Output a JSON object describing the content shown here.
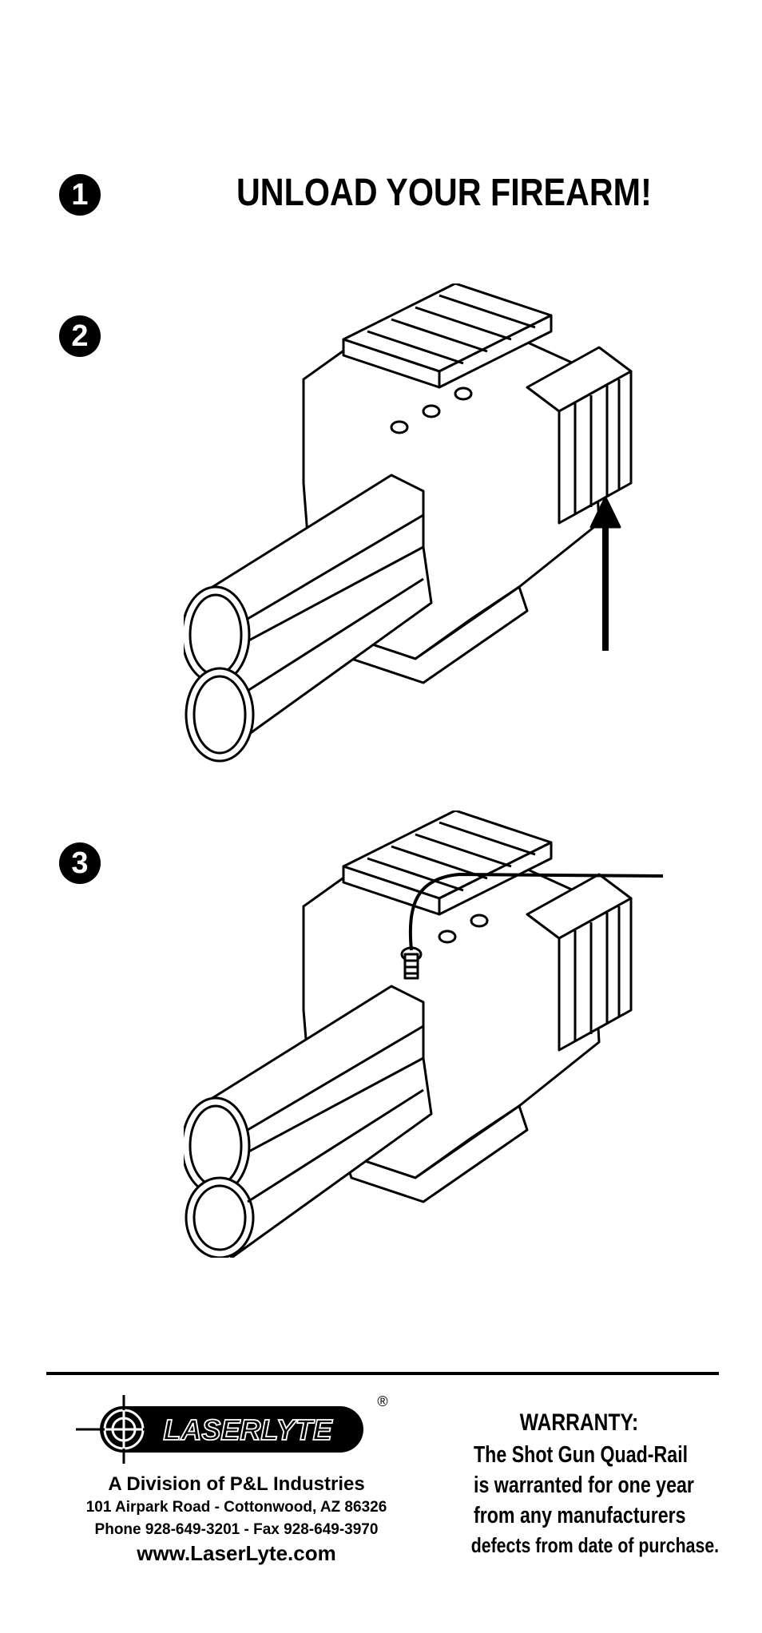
{
  "steps": {
    "one": "1",
    "two": "2",
    "three": "3"
  },
  "heading": "UNLOAD YOUR FIREARM!",
  "logo": {
    "brand": "LASERLYTE",
    "registered": "®"
  },
  "company": {
    "division": "A Division of P&L Industries",
    "address": "101 Airpark Road   -   Cottonwood, AZ 86326",
    "phone": "Phone 928-649-3201   -   Fax 928-649-3970",
    "website": "www.LaserLyte.com"
  },
  "warranty": {
    "title": "WARRANTY:",
    "lines": [
      "The Shot Gun Quad-Rail",
      "is warranted for one year",
      "from any manufacturers",
      "defects from date of purchase."
    ]
  }
}
